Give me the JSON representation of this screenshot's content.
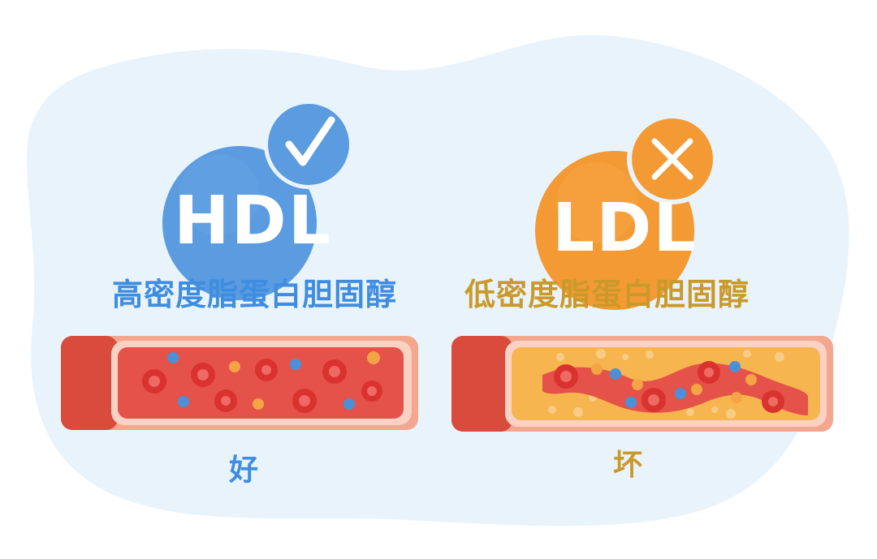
{
  "colors": {
    "background_blob": "#e9f3fb",
    "good_accent": "#3f8de0",
    "bad_accent": "#c99a2a",
    "hdl_circle": "#5b9be0",
    "ldl_circle": "#f39a35",
    "vessel_outer": "#f4a78f",
    "vessel_wall": "#d94b3c",
    "blood": "#e4524a",
    "red_cell": "#d9322f",
    "blue_particle": "#4a90d9",
    "orange_particle": "#f4a444",
    "plaque": "#f7b54f"
  },
  "hdl": {
    "badge": "HDL",
    "status_icon": "checkmark-icon",
    "name": "高密度脂蛋白胆固醇",
    "verdict": "好"
  },
  "ldl": {
    "badge": "LDL",
    "status_icon": "cross-icon",
    "name": "低密度脂蛋白胆固醇",
    "verdict": "坏"
  }
}
